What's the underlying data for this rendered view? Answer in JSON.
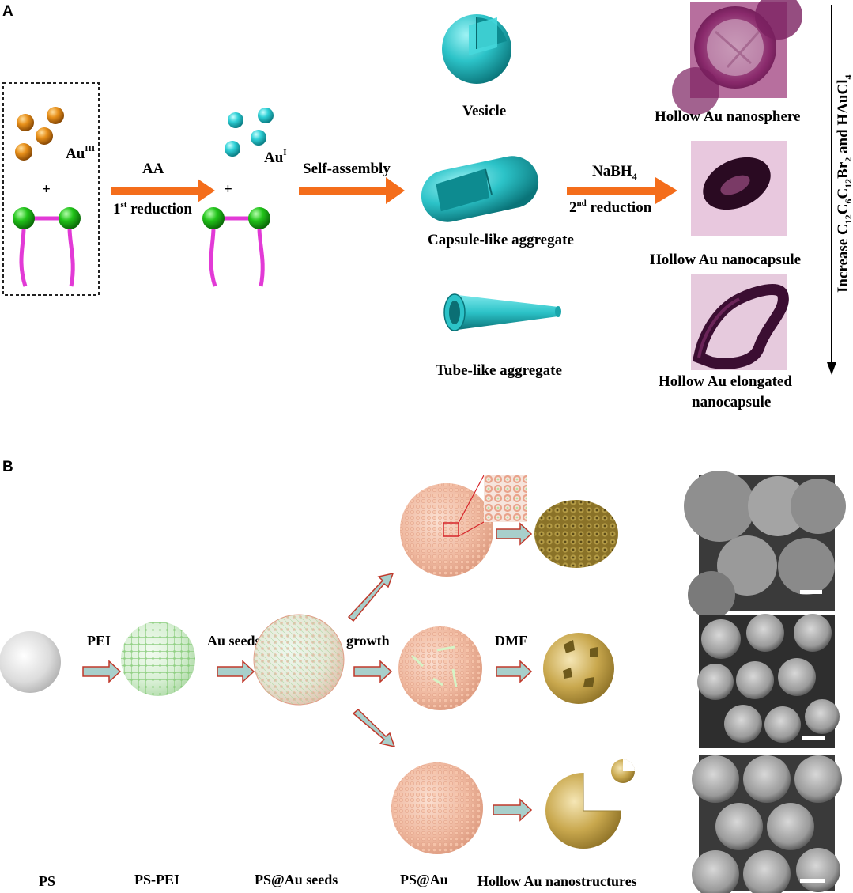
{
  "panel_a": {
    "letter": "A",
    "au3": {
      "base": "Au",
      "sup": "III"
    },
    "au1": {
      "base": "Au",
      "sup": "I"
    },
    "plus": "+",
    "arrow1": {
      "top": "AA",
      "bottom_prefix": "1",
      "bottom_sup": "st",
      "bottom_suffix": " reduction"
    },
    "arrow2": {
      "top": "Self-assembly"
    },
    "arrow3": {
      "top_base": "NaBH",
      "top_sub": "4",
      "bottom_prefix": "2",
      "bottom_sup": "nd",
      "bottom_suffix": " reduction"
    },
    "vesicle": "Vesicle",
    "capsule": "Capsule-like aggregate",
    "tube": "Tube-like aggregate",
    "hollow_sphere": "Hollow Au nanosphere",
    "hollow_capsule": "Hollow Au nanocapsule",
    "hollow_elongated_1": "Hollow Au elongated",
    "hollow_elongated_2": "nanocapsule",
    "side_label": {
      "increase": "Increase C",
      "s12a": "12",
      "c": "C",
      "s6": "6",
      "c2": "C",
      "s12b": "12",
      "br": "Br",
      "s2": "2",
      "and": " and HAuCl",
      "s4": "4"
    }
  },
  "panel_b": {
    "letter": "B",
    "pei": "PEI",
    "au_seeds": "Au seeds",
    "growth": "growth",
    "dmf": "DMF",
    "ps": "PS",
    "ps_pei": "PS-PEI",
    "ps_au_seeds": "PS@Au seeds",
    "ps_au": "PS@Au",
    "hollow": "Hollow Au nanostructures"
  },
  "colors": {
    "orange_arrow": "#f46d1b",
    "au3_sphere": "#e8901a",
    "au1_sphere": "#2fd0d6",
    "head_green": "#22c41a",
    "tail_magenta": "#e23ad6",
    "aggregate_cyan": "#2cc3c8",
    "tem_magenta": "#8a2a6c",
    "gold": "#c9a84e",
    "ps_au_peach": "#eeb79f",
    "grey_arrow": "#a8cfcb",
    "red_arrow_outline": "#c0392b"
  }
}
